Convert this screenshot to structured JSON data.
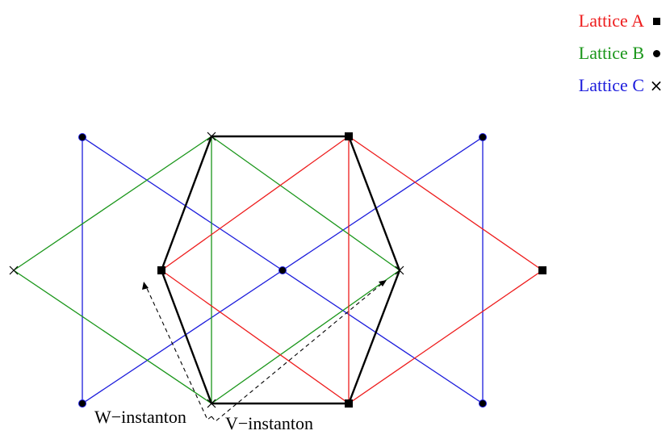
{
  "legend": {
    "items": [
      {
        "label": "Lattice A",
        "marker": "square",
        "color": "#ee1c1c"
      },
      {
        "label": "Lattice B",
        "marker": "circle",
        "color": "#1a961a"
      },
      {
        "label": "Lattice C",
        "marker": "cross",
        "color": "#1c1cdc"
      }
    ]
  },
  "annotations": {
    "w_instanton": "W−instanton",
    "v_instanton": "V−instanton"
  },
  "colors": {
    "lattice_a": "#ee1c1c",
    "lattice_b": "#1a961a",
    "lattice_c": "#1c1cdc",
    "hexagon": "#000000"
  }
}
